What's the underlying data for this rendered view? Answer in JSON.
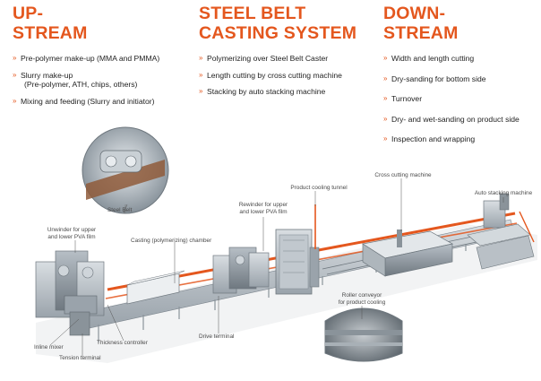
{
  "columns": {
    "upstream": {
      "title": [
        "UP-",
        "STREAM"
      ],
      "items": [
        "Pre-polymer make-up (MMA and PMMA)",
        "Slurry make-up",
        "(Pre-polymer, ATH, chips, others)",
        "Mixing and feeding (Slurry and initiator)"
      ]
    },
    "steel_belt": {
      "title": [
        "STEEL BELT",
        "CASTING SYSTEM"
      ],
      "items": [
        "Polymerizing over Steel Belt Caster",
        "Length cutting by cross cutting machine",
        "Stacking by auto stacking machine"
      ]
    },
    "downstream": {
      "title": [
        "DOWN-",
        "STREAM"
      ],
      "items": [
        "Width and length cutting",
        "Dry-sanding for bottom side",
        "Turnover",
        "Dry- and wet-sanding on product side",
        "Inspection and wrapping"
      ]
    }
  },
  "bullet_mark": "»",
  "labels": {
    "steel_belt": "Steel Belt",
    "unwinder": [
      "Unwinder for upper",
      "and lower PVA film"
    ],
    "casting_chamber": "Casting (polymerizing) chamber",
    "rewinder": [
      "Rewinder for upper",
      "and lower PVA film"
    ],
    "product_cooling_tunnel": "Product cooling tunnel",
    "cross_cutting_machine": "Cross cutting machine",
    "auto_stacking_machine": "Auto stacking machine",
    "roller_conveyor": [
      "Roller conveyor",
      "for product cooling"
    ],
    "inline_mixer": "Inline mixer",
    "tension_terminal": "Tension terminal",
    "thickness_controller": "Thickness controller",
    "drive_terminal": "Drive terminal"
  },
  "colors": {
    "accent": "#e4571e",
    "text": "#1f1f1f",
    "machine": "#a9b1b8",
    "belt": "#e4571e"
  }
}
